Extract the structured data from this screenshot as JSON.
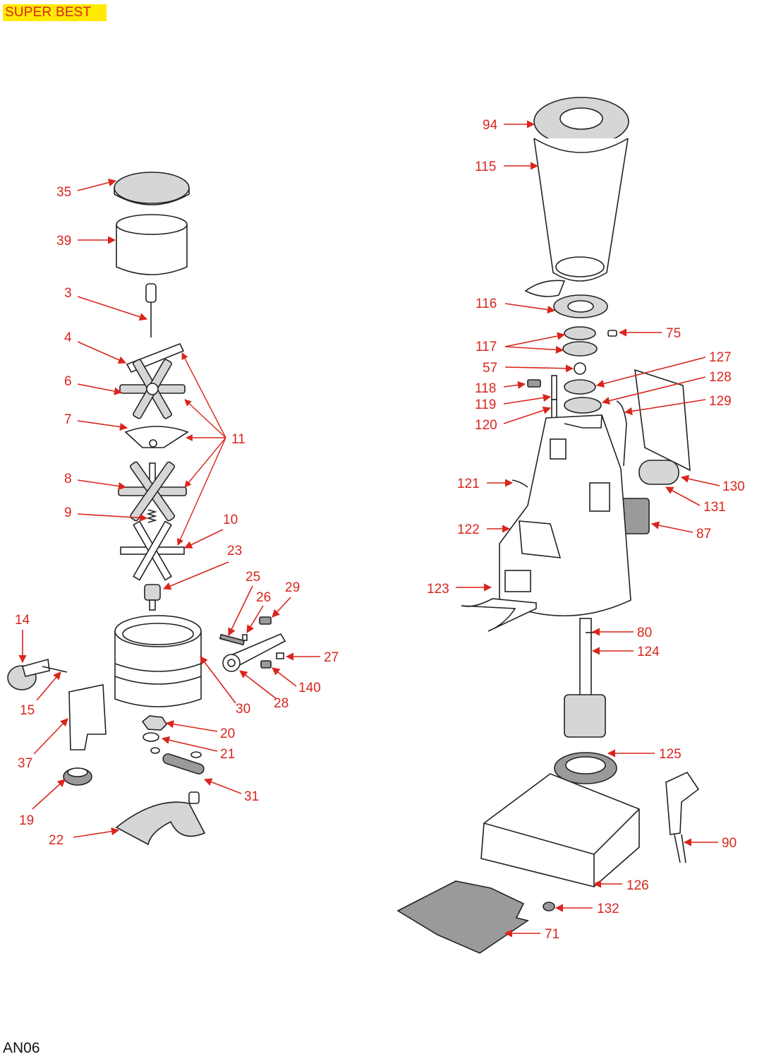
{
  "header": {
    "title": "SUPER BEST"
  },
  "footer": {
    "code": "AN06"
  },
  "colors": {
    "label": "#d9251c",
    "title_bg": "#ffea00",
    "drawing": "#222222"
  },
  "parts": [
    "35",
    "39",
    "3",
    "4",
    "6",
    "7",
    "11",
    "8",
    "9",
    "10",
    "23",
    "25",
    "26",
    "29",
    "14",
    "15",
    "27",
    "140",
    "28",
    "30",
    "37",
    "20",
    "21",
    "31",
    "19",
    "22",
    "94",
    "115",
    "116",
    "75",
    "117",
    "57",
    "127",
    "118",
    "128",
    "119",
    "129",
    "120",
    "121",
    "130",
    "131",
    "122",
    "87",
    "123",
    "80",
    "124",
    "125",
    "90",
    "126",
    "132",
    "71"
  ]
}
